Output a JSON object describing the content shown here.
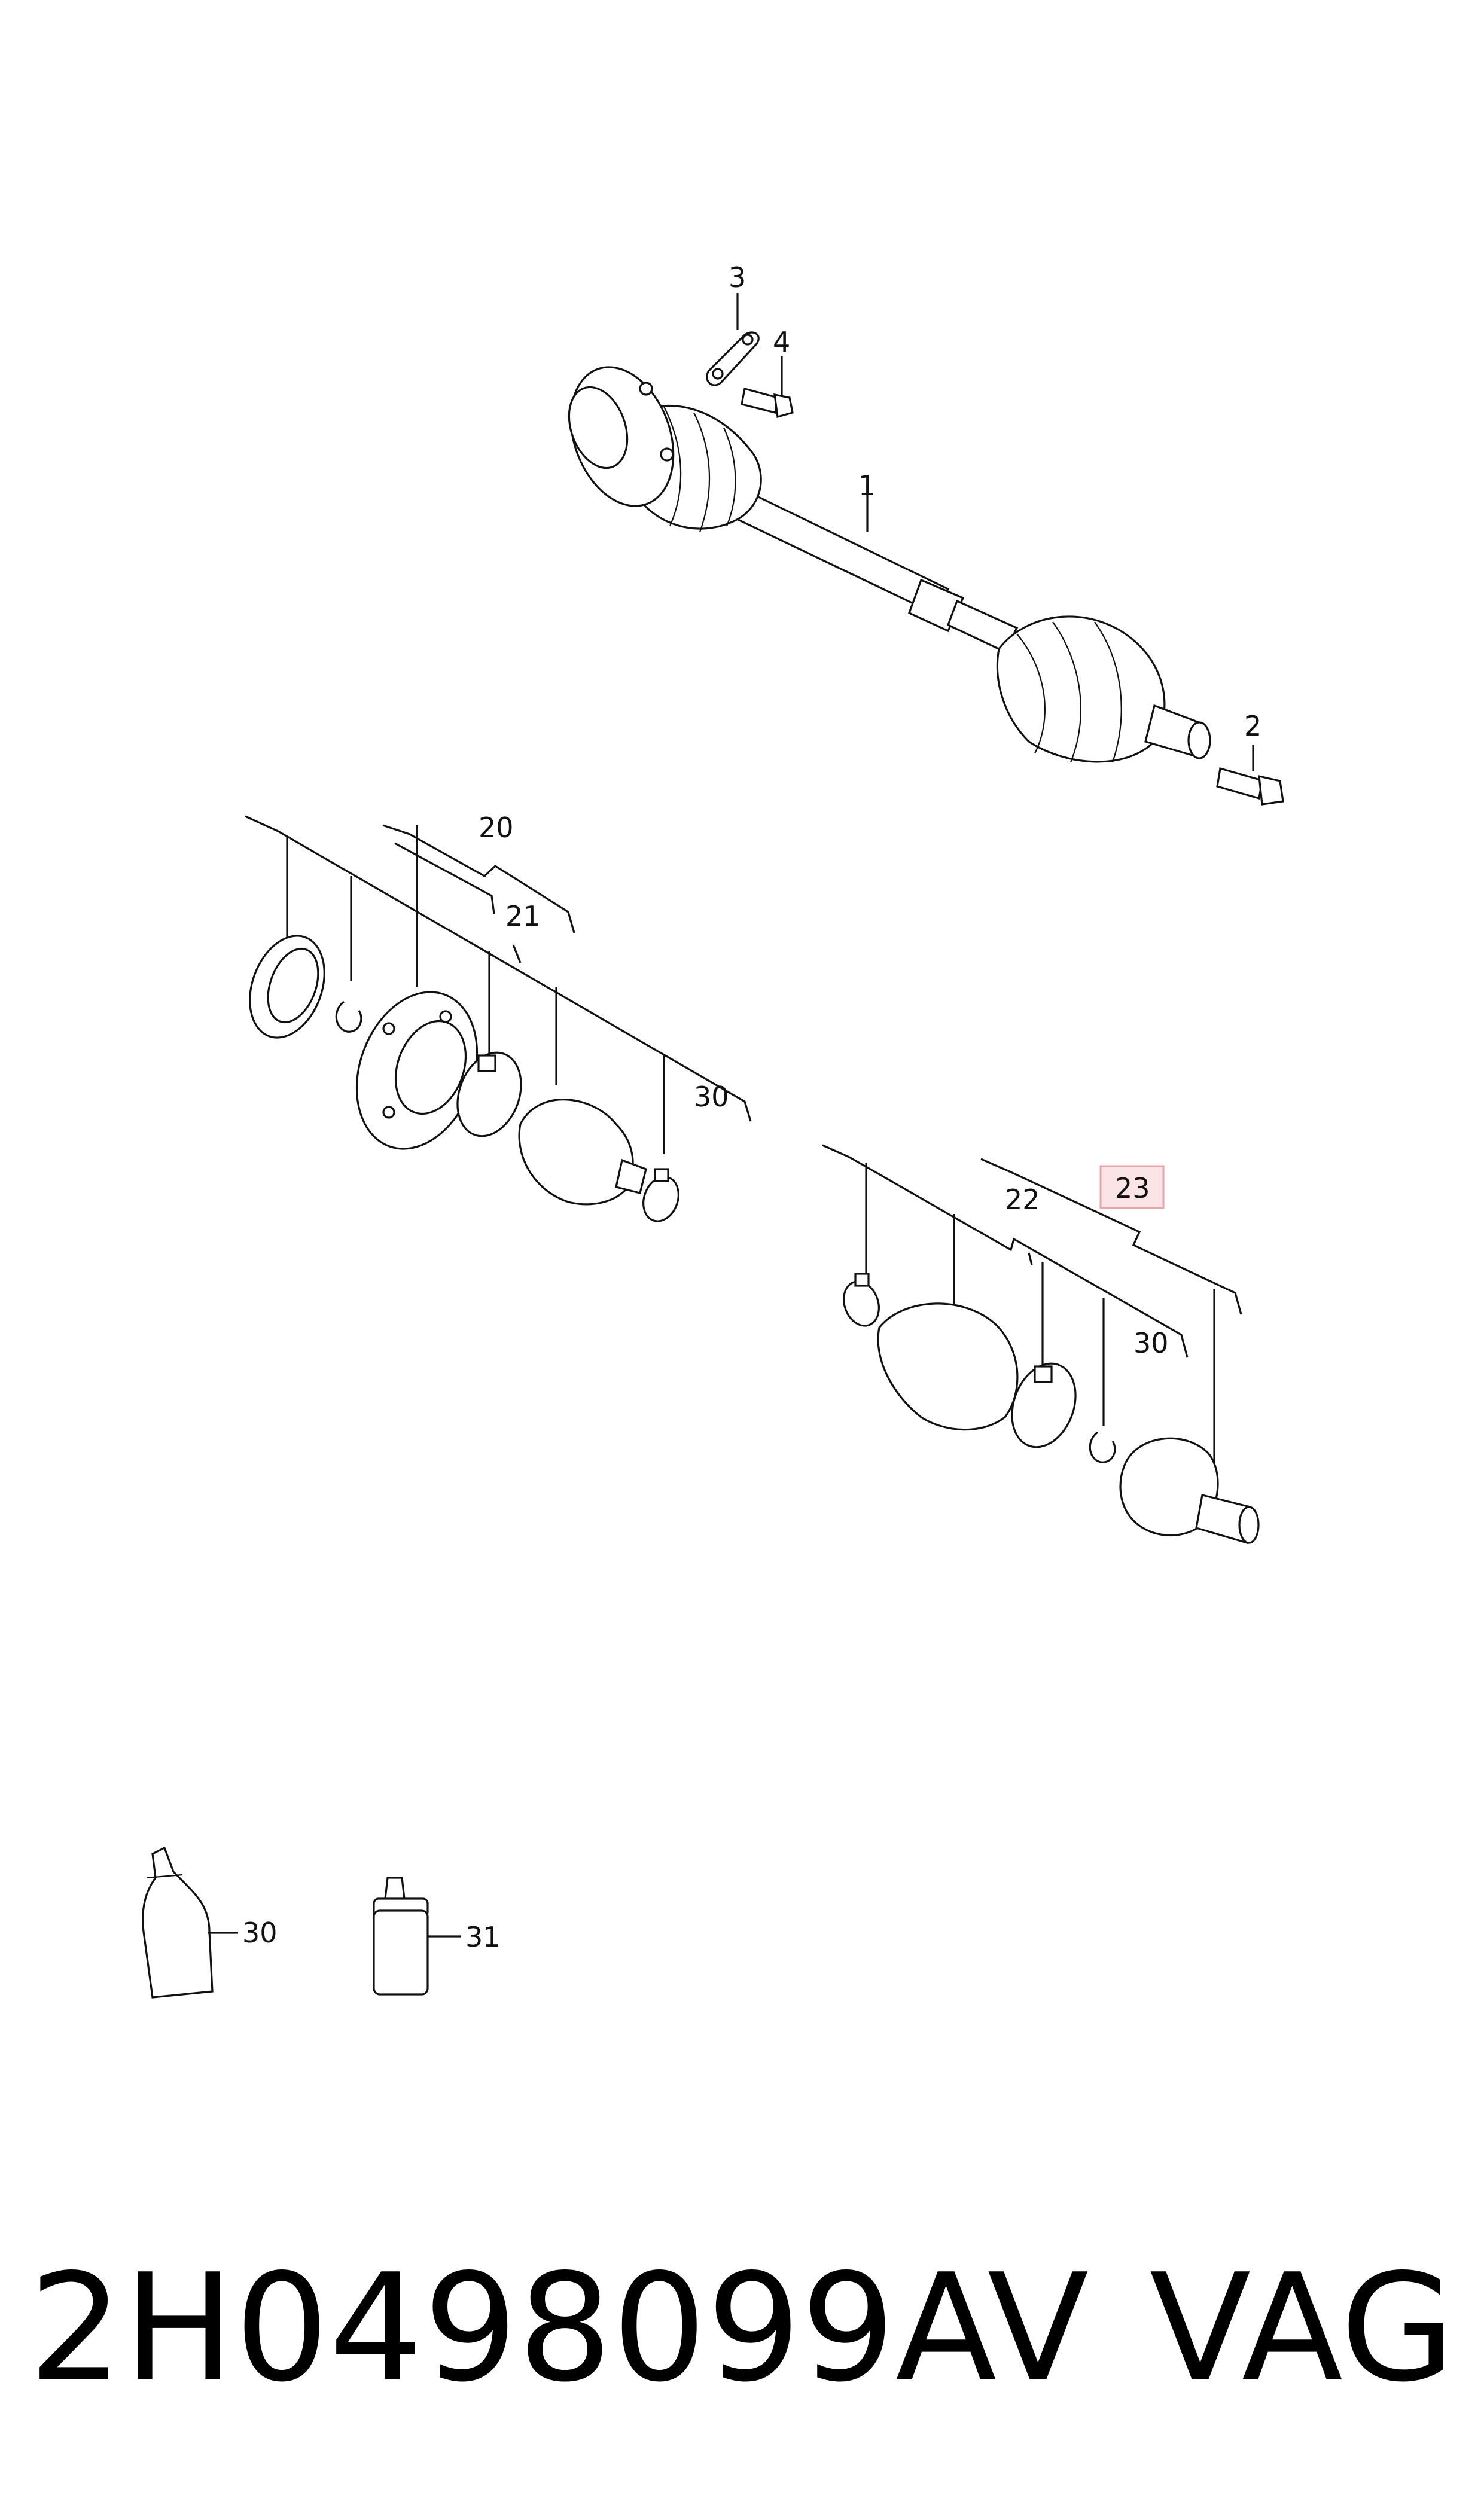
{
  "diagram": {
    "callouts": {
      "shaft": "1",
      "bolt_lower": "2",
      "lock_plate": "3",
      "bolt_upper": "4",
      "kit_inner_set": "20",
      "kit_inner_boot": "21",
      "kit_outer_boot": "22",
      "kit_outer_joint": "23",
      "grease_inner": "30",
      "grease_outer": "30",
      "grease_tube": "30",
      "sealant_bottle": "31"
    },
    "highlighted_callout": "23",
    "highlight_color": "#e8a3a8",
    "highlight_fill": "#fbe4e6"
  },
  "footer": {
    "part_number": "2H0498099AV",
    "brand": "VAG"
  }
}
